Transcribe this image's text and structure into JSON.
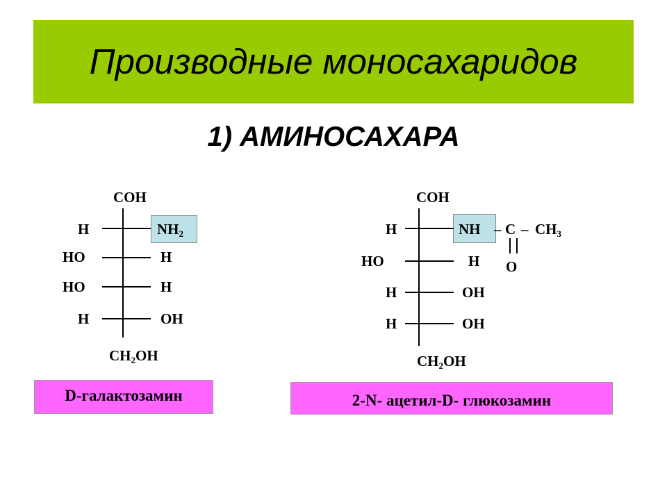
{
  "slide": {
    "title": "Производные моносахаридов",
    "subtitle": "1) АМИНОСАХАРА"
  },
  "left_structure": {
    "top": "COH",
    "rows": [
      {
        "left": "H",
        "right": "NH",
        "right_sub": "2"
      },
      {
        "left": "HO",
        "right": "H"
      },
      {
        "left": "HO",
        "right": "H"
      },
      {
        "left": "H",
        "right": "OH"
      }
    ],
    "bottom_a": "CH",
    "bottom_sub": "2",
    "bottom_b": "OH",
    "name": "D-галактозамин"
  },
  "right_structure": {
    "top": "COH",
    "rows": [
      {
        "left": "H",
        "right": "NH"
      },
      {
        "left": "HO",
        "right": "H"
      },
      {
        "left": "H",
        "right": "OH"
      },
      {
        "left": "H",
        "right": "OH"
      }
    ],
    "acetyl_dash1": "–",
    "acetyl_c": "C",
    "acetyl_dash2": "–",
    "acetyl_ch": "CH",
    "acetyl_sub": "3",
    "acetyl_o": "O",
    "bottom_a": "CH",
    "bottom_sub": "2",
    "bottom_b": "OH",
    "name": "2-N- ацетил-D- глюкозамин"
  },
  "colors": {
    "banner": "#99cc00",
    "highlight": "#bde3e8",
    "name_box": "#ff66ff"
  }
}
